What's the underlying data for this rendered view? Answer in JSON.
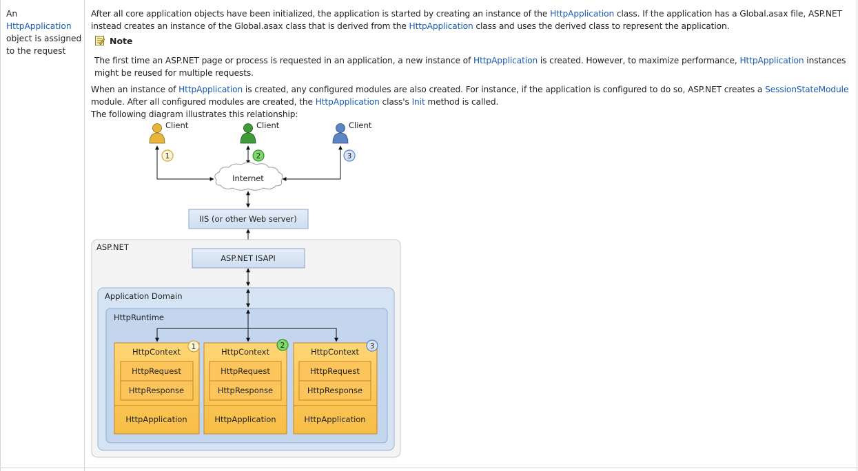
{
  "left": {
    "prefix": "An",
    "link": "HttpApplication",
    "suffix_line1": "object is assigned",
    "suffix_line2": "to the request"
  },
  "p1": {
    "t1": "After all core application objects have been initialized, the application is started by creating an instance of the ",
    "l1": "HttpApplication",
    "t2": " class. If the application has a Global.asax file, ASP.NET instead creates an instance of the Global.asax class that is derived from the ",
    "l2": "HttpApplication",
    "t3": " class and uses the derived class to represent the application."
  },
  "note": {
    "title": "Note",
    "t1": "The first time an ASP.NET page or process is requested in an application, a new instance of ",
    "l1": "HttpApplication",
    "t2": " is created. However, to maximize performance, ",
    "l2": "HttpApplication",
    "t3": " instances might be reused for multiple requests."
  },
  "p2": {
    "t1": "When an instance of ",
    "l1": "HttpApplication",
    "t2": " is created, any configured modules are also created. For instance, if the application is configured to do so, ASP.NET creates a ",
    "l2": "SessionStateModule",
    "t3": " module. After all configured modules are created, the ",
    "l3": "HttpApplication",
    "t4": " class's ",
    "l4": "Init",
    "t5": " method is called."
  },
  "p3": "The following diagram illustrates this relationship:",
  "diagram": {
    "clients": [
      {
        "label": "Client",
        "num": "1",
        "color": "#e9b43a"
      },
      {
        "label": "Client",
        "num": "2",
        "color": "#3f9a3a"
      },
      {
        "label": "Client",
        "num": "3",
        "color": "#5a84c2"
      }
    ],
    "internet": "Internet",
    "iis": "IIS (or other Web server)",
    "aspnet": "ASP.NET",
    "isapi": "ASP.NET ISAPI",
    "appdomain": "Application Domain",
    "runtime": "HttpRuntime",
    "stacks": [
      {
        "num": "1",
        "context": "HttpContext",
        "request": "HttpRequest",
        "response": "HttpResponse",
        "application": "HttpApplication"
      },
      {
        "num": "2",
        "context": "HttpContext",
        "request": "HttpRequest",
        "response": "HttpResponse",
        "application": "HttpApplication"
      },
      {
        "num": "3",
        "context": "HttpContext",
        "request": "HttpRequest",
        "response": "HttpResponse",
        "application": "HttpApplication"
      }
    ]
  }
}
